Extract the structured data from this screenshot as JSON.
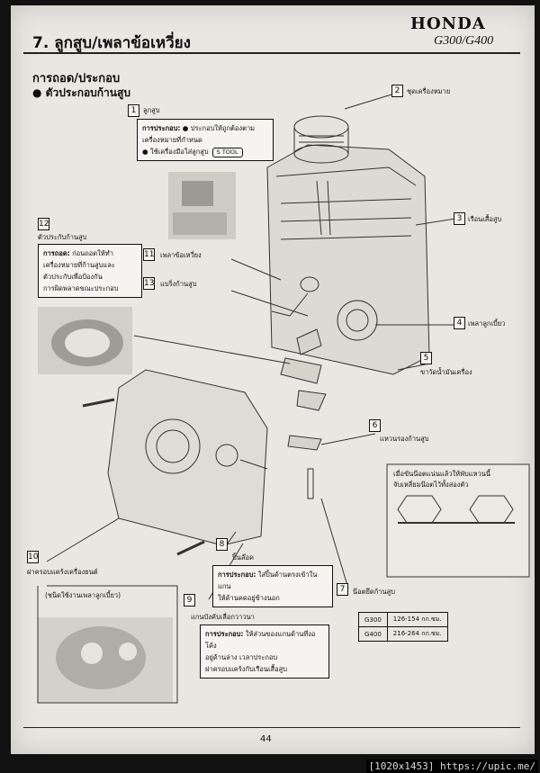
{
  "header": {
    "title": "7. ลูกสูบ/เพลาข้อเหวี่ยง",
    "brand": "HONDA",
    "model": "G300/G400"
  },
  "section": {
    "title": "การถอด/ประกอบ",
    "subtitle": "ตัวประกอบก้านสูบ"
  },
  "parts": {
    "p1": {
      "num": "1",
      "label": "ลูกสูบ"
    },
    "p2": {
      "num": "2",
      "label": "ชุดเครื่องหมาย"
    },
    "p3": {
      "num": "3",
      "label": "เรือนเสื้อสูบ"
    },
    "p4": {
      "num": "4",
      "label": "เพลาลูกเบี้ยว"
    },
    "p5": {
      "num": "5",
      "label": "ขาวัดน้ำมันเครื่อง"
    },
    "p6": {
      "num": "6",
      "label": "แหวนรองก้านสูบ"
    },
    "p7": {
      "num": "7",
      "label": "น๊อตยึดก้านสูบ"
    },
    "p8": {
      "num": "8",
      "label": "ปิ้นล๊อค"
    },
    "p9": {
      "num": "9",
      "label": "แกนบังคับเลื่อกวาวนา"
    },
    "p10": {
      "num": "10",
      "label": "ฝาครอบแคร้งเครื่องยนต์"
    },
    "p11": {
      "num": "11",
      "label": "เพลาข้อเหวี่ยง"
    },
    "p12": {
      "num": "12",
      "label": "ตัวประกับก้านสูบ"
    },
    "p13": {
      "num": "13",
      "label": "แบริ่งก้านสูบ"
    }
  },
  "notes": {
    "piston": {
      "head": "การประกอบ:",
      "line1": "ประกอบให้ถูกต้องตาม",
      "line2": "เครื่องหมายที่กำหนด",
      "line3": "ใช้เครื่องมือใส่ลูกสูบ",
      "tool": "S TOOL"
    },
    "rod_cap": {
      "head": "การถอด:",
      "line1": "ก่อนถอดให้ทำ",
      "line2": "เครื่องหมายที่ก้านสูบและ",
      "line3": "ตัวประกับเพื่อป้องกัน",
      "line4": "การผิดพลาดขณะประกอบ"
    },
    "lock_pin": {
      "head": "การประกอบ:",
      "line1": "ใส่ปิ้นด้านตรงเข้าในแกน",
      "line2": "ให้ด้านคดอยู่ข้างนอก"
    },
    "governor": {
      "head": "การประกอบ:",
      "line1": "ให้ส่วนของแกนด้านที่งอโค้ง",
      "line2": "อยู่ด้านล่าง เวลาประกอบ",
      "line3": "ฝาครอบแคร้งกับเรือนเสื้อสูบ"
    },
    "cover_type": "(ชนิดใช้งานเพลาลูกเบี้ยว)",
    "nut_tip": "เมื่อขันน๊อตแน่นแล้วให้พับแหวนนี้",
    "nut_tip2": "จับเหลี่ยมน๊อตไว้ทั้งสองตัว"
  },
  "torque": {
    "rows": [
      {
        "model": "G300",
        "value": "126-154 กก.ซม."
      },
      {
        "model": "G400",
        "value": "216-264 กก.ซม."
      }
    ]
  },
  "page_number": "44",
  "watermark": "[1020x1453] https://upic.me/"
}
